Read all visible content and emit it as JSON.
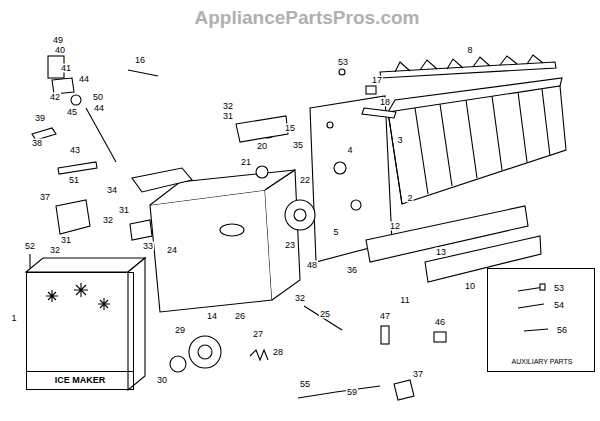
{
  "diagram": {
    "nodes": [
      {
        "text": [
          "ICE MAKER"
        ]
      },
      {
        "text": [
          "53",
          "54",
          "56",
          "AUXILIARY PARTS"
        ]
      }
    ],
    "edges": [],
    "labels": [
      "AppliancePartsPros.com",
      "49",
      "40",
      "41",
      "44",
      "42",
      "50",
      "44",
      "45",
      "39",
      "38",
      "43",
      "51",
      "37",
      "52",
      "16",
      "32",
      "31",
      "15",
      "20",
      "21",
      "35",
      "34",
      "31",
      "32",
      "33",
      "24",
      "31",
      "32",
      "14",
      "26",
      "27",
      "29",
      "30",
      "28",
      "23",
      "48",
      "32",
      "25",
      "17",
      "18",
      "8",
      "53",
      "4",
      "3",
      "22",
      "5",
      "36",
      "2",
      "12",
      "13",
      "10",
      "11",
      "47",
      "46",
      "37",
      "55",
      "59",
      "1"
    ]
  }
}
